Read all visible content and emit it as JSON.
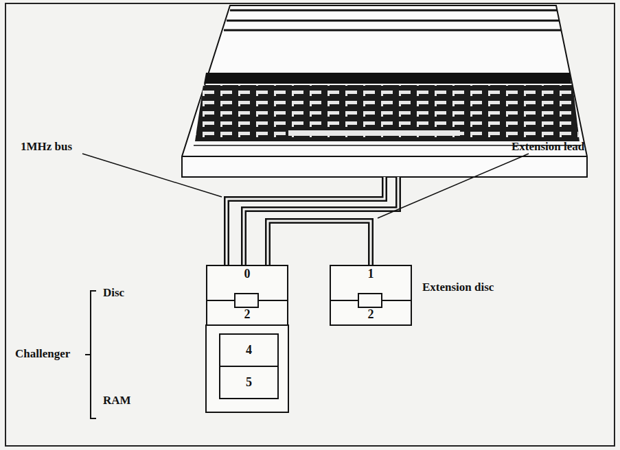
{
  "diagram": {
    "nodes": [
      {
        "text": [
          "0",
          "2"
        ]
      },
      {
        "text": [
          "4"
        ]
      },
      {
        "text": [
          "5"
        ]
      },
      {
        "text": [
          "1",
          "2"
        ]
      }
    ],
    "edges": [
      {
        "from": 0,
        "to": 3,
        "arrow": "none"
      }
    ],
    "labels": [
      "1MHz bus",
      "Extension lead",
      "Extension disc",
      "Challenger",
      "Disc",
      "RAM"
    ]
  }
}
